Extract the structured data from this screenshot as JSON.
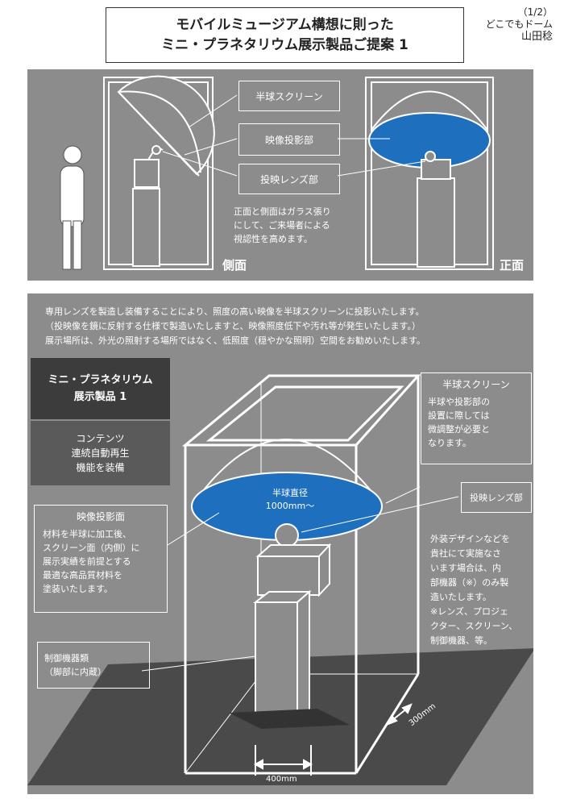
{
  "header": {
    "title_line1": "モバイルミュージアム構想に則った",
    "title_line2": "ミニ・プラネタリウム展示製品ご提案 1",
    "page": "（1/2）",
    "org": "どこでもドーム",
    "author": "山田稔"
  },
  "top_panel": {
    "label_screen": "半球スクリーン",
    "label_projector": "映像投影部",
    "label_lens": "投映レンズ部",
    "note_lines": [
      "正面と側面はガラス張り",
      "にして、ご来場者による",
      "視認性を高めます。"
    ],
    "side_label": "側面",
    "front_label": "正面"
  },
  "bottom_panel": {
    "intro_lines": [
      "専用レンズを製造し装備することにより、照度の高い映像を半球スクリーンに投影いたします。",
      "（投映像を鏡に反射する仕様で製造いたしますと、映像照度低下や汚れ等が発生いたします。）",
      "展示場所は、外光の照射する場所ではなく、低照度（穏やかな照明）空間をお勧めいたします。"
    ],
    "product_lines": [
      "ミニ・プラネタリウム",
      "展示製品 1"
    ],
    "content_lines": [
      "コンテンツ",
      "連続自動再生",
      "機能を装備"
    ],
    "projection_surface": {
      "title": "映像投影面",
      "lines": [
        "材料を半球に加工後、",
        "スクリーン面（内側）に",
        "展示実績を前提とする",
        "最適な高品質材料を",
        "塗装いたします。"
      ]
    },
    "control": {
      "lines": [
        "制御機器類",
        "（脚部に内蔵）"
      ]
    },
    "dome_screen": {
      "title": "半球スクリーン",
      "lines": [
        "半球や投影部の",
        "設置に際しては",
        "微調整が必要と",
        "なります。"
      ]
    },
    "lens_label": "投映レンズ部",
    "exterior_lines": [
      "外装デザインなどを",
      "貴社にて実施なさ",
      "います場合は、内",
      "部機器（※）のみ製",
      "造いたします。",
      "※レンズ、プロジェ",
      "クター、スクリーン、",
      "制御機器、等。"
    ],
    "diameter_lines": [
      "半球直径",
      "1000mm〜"
    ],
    "dim_width": "400mm",
    "dim_depth": "300mm"
  },
  "colors": {
    "panel": "#8c8c8c",
    "dome_blue": "#1f6fbf",
    "dark": "#3c3c3c"
  }
}
